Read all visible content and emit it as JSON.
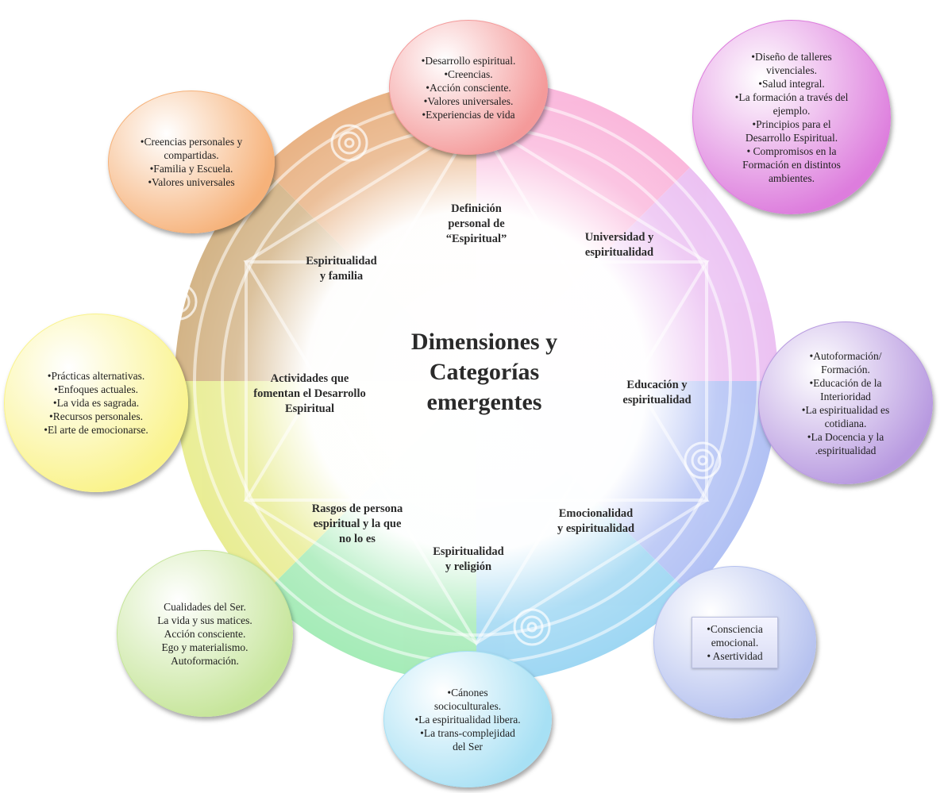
{
  "title": [
    "Dimensiones y",
    "Categorías",
    "emergentes"
  ],
  "categories": {
    "definicion": [
      "Definición",
      "personal de",
      "“Espiritual”"
    ],
    "universidad": [
      "Universidad y",
      "espiritualidad"
    ],
    "familia": [
      "Espiritualidad",
      "y familia"
    ],
    "actividades": [
      "Actividades que",
      "fomentan el Desarrollo",
      "Espiritual"
    ],
    "educacion": [
      "Educación y",
      "espiritualidad"
    ],
    "rasgos": [
      "Rasgos de persona",
      "espiritual y la que",
      "no lo es"
    ],
    "emocionalidad": [
      "Emocionalidad",
      "y espiritualidad"
    ],
    "religion": [
      "Espiritualidad",
      "y religión"
    ]
  },
  "bubbles": {
    "top": {
      "color": "#f49a9a",
      "lines": [
        "•Desarrollo espiritual.",
        "•Creencias.",
        "•Acción consciente.",
        "•Valores universales.",
        "•Experiencias de vida"
      ]
    },
    "top_right": {
      "color": "#dd7ddd",
      "lines": [
        "•Diseño de talleres",
        "vivenciales.",
        "•Salud integral.",
        "•La formación a través del",
        "ejemplo.",
        "•Principios para el",
        "Desarrollo Espiritual.",
        "• Compromisos en la",
        "Formación en distintos",
        "ambientes."
      ]
    },
    "top_left": {
      "color": "#f6b27a",
      "lines": [
        "•Creencias personales y",
        "compartidas.",
        "•Familia y Escuela.",
        "•Valores universales"
      ]
    },
    "left": {
      "color": "#faf38c",
      "lines": [
        "•Prácticas alternativas.",
        "•Enfoques actuales.",
        "•La vida es sagrada.",
        "•Recursos personales.",
        "•El arte de emocionarse."
      ]
    },
    "right": {
      "color": "#b89ae0",
      "lines": [
        "•Autoformación/",
        "Formación.",
        "•Educación de la",
        "Interioridad",
        "•La espiritualidad es",
        "cotidiana.",
        "•La Docencia y la",
        ".espiritualidad"
      ]
    },
    "bottom_left": {
      "color": "#c6e59a",
      "lines": [
        "Cualidades del Ser.",
        "La vida y sus matices.",
        "Acción consciente.",
        "Ego y materialismo.",
        "Autoformación."
      ]
    },
    "bottom": {
      "color": "#a7e0f4",
      "lines": [
        "•Cánones",
        "socioculturales.",
        "•La espiritualidad libera.",
        "•La trans-complejidad",
        "del Ser"
      ]
    },
    "bottom_right": {
      "color": "#b6c2ef",
      "lines": [
        "•Consciencia",
        "emocional.",
        "• Asertividad"
      ]
    }
  }
}
